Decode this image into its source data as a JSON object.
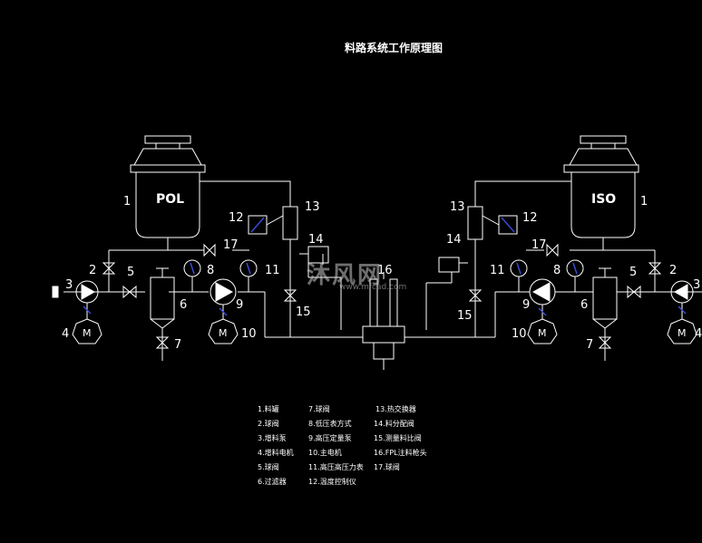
{
  "title": "料路系统工作原理图",
  "tank_left_label": "POL",
  "tank_right_label": "ISO",
  "labels": [
    "1",
    "2",
    "3",
    "4",
    "5",
    "6",
    "7",
    "8",
    "9",
    "10",
    "11",
    "12",
    "13",
    "14",
    "15",
    "16",
    "17"
  ],
  "motor_label": "M",
  "legend": [
    "1.料罐",
    "7.球阀",
    "13.热交换器",
    "2.球阀",
    "8.低压表方式",
    "14.料分配阀",
    "3.增料泵",
    "9.高压定量泵",
    "15.测量料比阀",
    "4.增料电机",
    "10.主电机",
    "16.FPL注料枪头",
    "5.球阀",
    "11.高压高压力表",
    "17.球阀",
    "6.过滤器",
    "12.温度控制仪"
  ],
  "watermark": "沐风网",
  "watermark_sub": "www.mfcad.com",
  "colors": {
    "line": "#ffffff",
    "accent": "#3a4bd6",
    "background": "#000000"
  }
}
